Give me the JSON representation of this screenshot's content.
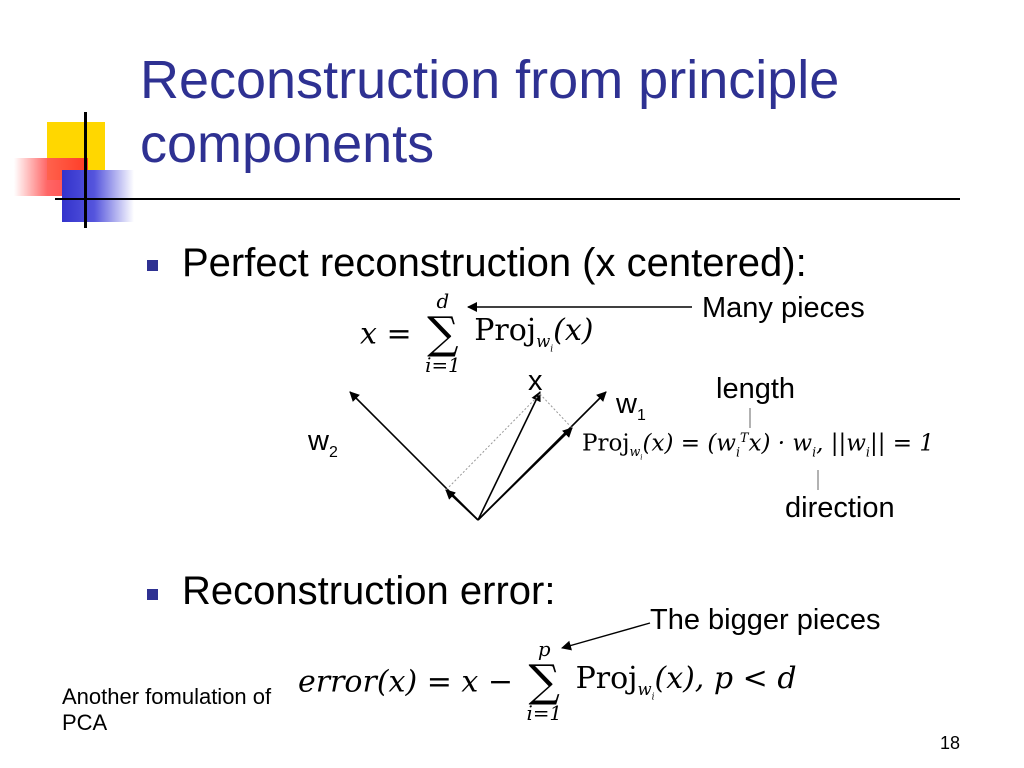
{
  "slide": {
    "title": "Reconstruction from principle components",
    "page_number": "18",
    "colors": {
      "title": "#2e3192",
      "accent_yellow": "#ffd700",
      "accent_red": "#ff3333",
      "accent_blue": "#3333cc"
    }
  },
  "bullets": [
    {
      "text": "Perfect reconstruction (x centered):"
    },
    {
      "text": "Reconstruction error:"
    }
  ],
  "equations": {
    "perfect": {
      "lhs": "x =",
      "sum_top": "d",
      "sum_bottom": "i=1",
      "proj": "Proj",
      "proj_sub": "w",
      "proj_subsub": "i",
      "arg": "(x)"
    },
    "projection": {
      "text_a": "Proj",
      "text_b": "(x) = (w",
      "sup_T": "T",
      "sub_i": "i",
      "text_c": "x) · w",
      "text_d": ", ||w",
      "text_e": "|| = 1"
    },
    "error": {
      "lhs": "error(x) = x −",
      "sum_top": "p",
      "sum_bottom": "i=1",
      "proj": "Proj",
      "arg": "(x),",
      "tail": "p < d"
    }
  },
  "annotations": {
    "many_pieces": "Many pieces",
    "length": "length",
    "direction": "direction",
    "bigger_pieces": "The bigger pieces",
    "another_formulation": "Another fomulation of PCA"
  },
  "diagram_labels": {
    "x": "x",
    "w1_base": "w",
    "w1_sub": "1",
    "w2_base": "w",
    "w2_sub": "2"
  }
}
